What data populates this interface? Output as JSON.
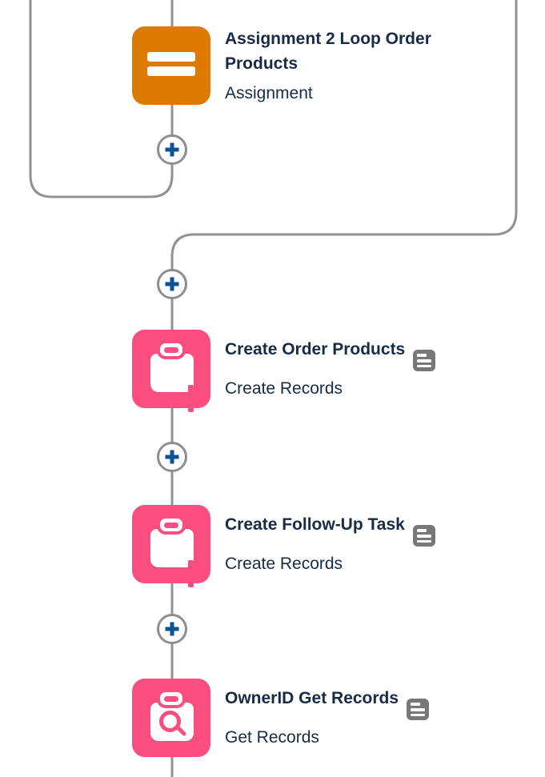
{
  "nodes": [
    {
      "id": "assignment-2-loop-order-products",
      "title": "Assignment 2 Loop Order Products",
      "subtitle": "Assignment",
      "icon": "assignment-equals-icon",
      "icon_color": "#DD7A01",
      "has_description_badge": false
    },
    {
      "id": "create-order-products",
      "title": "Create Order Products",
      "subtitle": "Create Records",
      "icon": "create-records-clipboard-plus-icon",
      "icon_color": "#FA4D80",
      "has_description_badge": true
    },
    {
      "id": "create-follow-up-task",
      "title": "Create Follow-Up Task",
      "subtitle": "Create Records",
      "icon": "create-records-clipboard-plus-icon",
      "icon_color": "#FA4D80",
      "has_description_badge": true
    },
    {
      "id": "ownerid-get-records",
      "title": "OwnerID Get Records",
      "subtitle": "Get Records",
      "icon": "get-records-clipboard-search-icon",
      "icon_color": "#FA4D80",
      "has_description_badge": true
    }
  ],
  "colors": {
    "connector": "#919191",
    "plus_glyph": "#0B5394",
    "badge_background": "#787878",
    "text": "#182B45",
    "canvas_background": "#FFFFFF"
  }
}
